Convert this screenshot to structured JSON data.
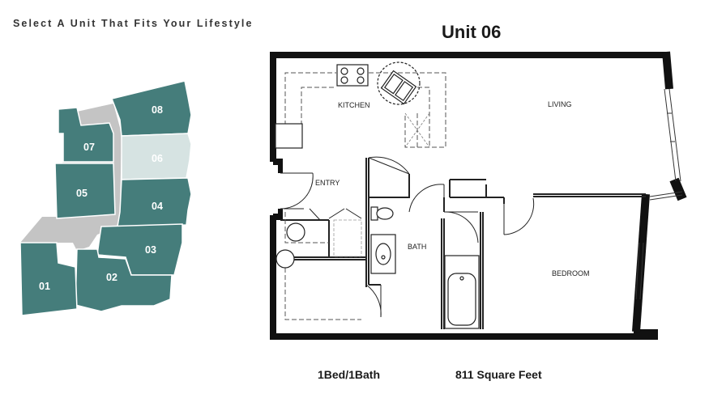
{
  "heading": "Select A Unit That Fits Your Lifestyle",
  "unit_title": "Unit 06",
  "colors": {
    "unit_fill": "#457d7b",
    "selected_fill": "#d6e3e2",
    "common_fill": "#c4c4c4",
    "wall": "#111111"
  },
  "units": [
    {
      "id": "08",
      "label": "08",
      "selected": false
    },
    {
      "id": "07",
      "label": "07",
      "selected": false
    },
    {
      "id": "06",
      "label": "06",
      "selected": true
    },
    {
      "id": "05",
      "label": "05",
      "selected": false
    },
    {
      "id": "04",
      "label": "04",
      "selected": false
    },
    {
      "id": "03",
      "label": "03",
      "selected": false
    },
    {
      "id": "02",
      "label": "02",
      "selected": false
    },
    {
      "id": "01",
      "label": "01",
      "selected": false
    }
  ],
  "rooms": {
    "kitchen": "KITCHEN",
    "living": "LIVING",
    "entry": "ENTRY",
    "bath": "BATH",
    "bedroom": "BEDROOM"
  },
  "details": {
    "beds_baths": "1Bed/1Bath",
    "square_feet": "811 Square Feet"
  }
}
